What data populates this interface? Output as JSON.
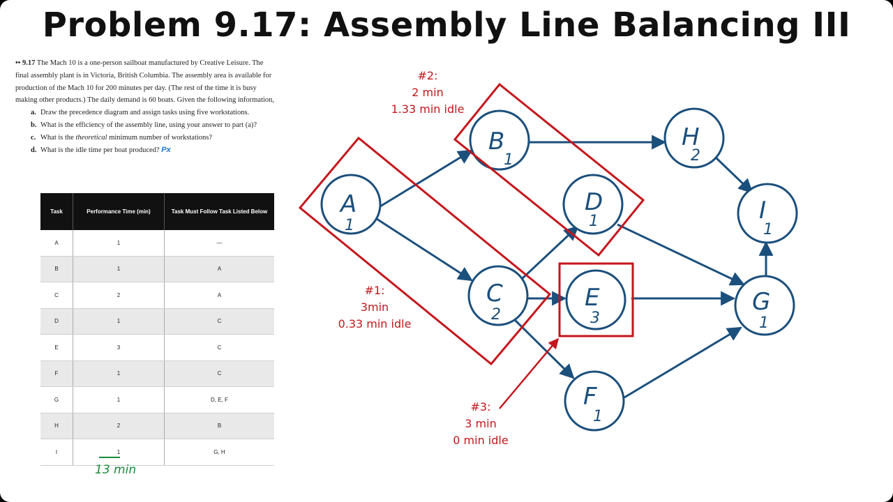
{
  "title": "Problem 9.17: Assembly Line Balancing III",
  "problem": {
    "number": "•• 9.17",
    "intro": "The Mach 10 is a one-person sailboat manufactured by Creative Leisure. The final assembly plant is in Victoria, British Columbia. The assembly area is available for production of the Mach 10 for 200 minutes per day. (The rest of the time it is busy making other products.) The daily demand is 60 boats. Given the following information,",
    "items": [
      {
        "letter": "a.",
        "text": "Draw the precedence diagram and assign tasks using five workstations."
      },
      {
        "letter": "b.",
        "text": "What is the efficiency of the assembly line, using your answer to part (a)?"
      },
      {
        "letter": "c.",
        "text_before": "What is the ",
        "text_italic": "theoretical",
        "text_after": " minimum number of workstations?"
      },
      {
        "letter": "d.",
        "text": "What is the idle time per boat produced?",
        "icon_label": "Px",
        "icon": "px-icon"
      }
    ]
  },
  "table": {
    "headers": [
      "Task",
      "Performance Time (min)",
      "Task Must Follow Task Listed Below"
    ],
    "rows": [
      [
        "A",
        "1",
        "—"
      ],
      [
        "B",
        "1",
        "A"
      ],
      [
        "C",
        "2",
        "A"
      ],
      [
        "D",
        "1",
        "C"
      ],
      [
        "E",
        "3",
        "C"
      ],
      [
        "F",
        "1",
        "C"
      ],
      [
        "G",
        "1",
        "D, E, F"
      ],
      [
        "H",
        "2",
        "B"
      ],
      [
        "I",
        "1",
        "G, H"
      ]
    ],
    "total": "13 min"
  },
  "diagram": {
    "nodes": {
      "A": {
        "letter": "A",
        "time": "1"
      },
      "B": {
        "letter": "B",
        "time": "1"
      },
      "C": {
        "letter": "C",
        "time": "2"
      },
      "D": {
        "letter": "D",
        "time": "1"
      },
      "E": {
        "letter": "E",
        "time": "3"
      },
      "F": {
        "letter": "F",
        "time": "1"
      },
      "G": {
        "letter": "G",
        "time": "1"
      },
      "H": {
        "letter": "H",
        "time": "2"
      },
      "I": {
        "letter": "I",
        "time": "1"
      }
    },
    "stations": [
      {
        "label": "#1:",
        "time": "3min",
        "idle": "0.33 min idle"
      },
      {
        "label": "#2:",
        "time": "2 min",
        "idle": "1.33 min idle"
      },
      {
        "label": "#3:",
        "time": "3 min",
        "idle": "0 min idle"
      }
    ],
    "colors": {
      "node": "#1b4f7c",
      "station": "#c4161c",
      "total": "#1a8a3a"
    }
  }
}
